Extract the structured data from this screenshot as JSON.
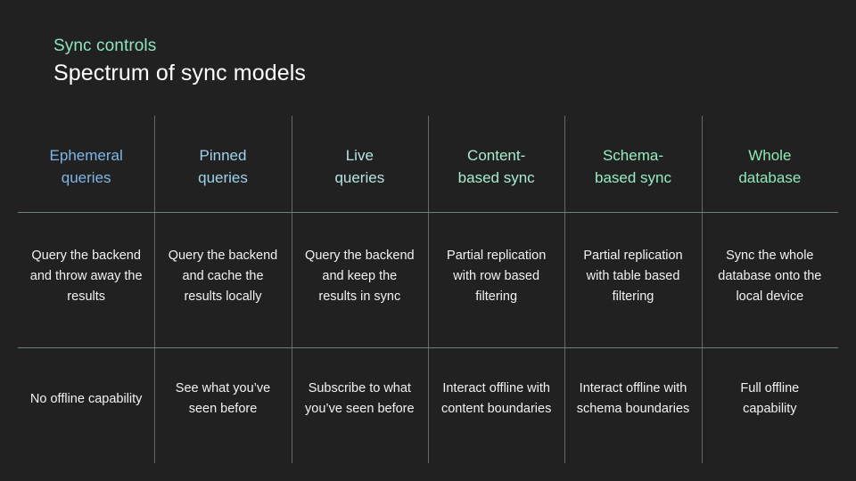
{
  "header": {
    "eyebrow": "Sync controls",
    "title": "Spectrum of sync models"
  },
  "colors": {
    "background": "#212121",
    "eyebrow": "#8fe3c0",
    "title": "#ffffff",
    "body_text": "#f2f2f2",
    "rule": "#7f918c",
    "column_1": "#7fb6e8",
    "column_2": "#9ed2ec",
    "column_3": "#b6e4e0",
    "column_4": "#a9ecd0",
    "column_5": "#97ecc4",
    "column_6": "#8fe8b8"
  },
  "matrix": {
    "columns": [
      {
        "header": "Ephemeral\nqueries",
        "header_line1": "Ephemeral",
        "header_line2": "queries",
        "color": "#7fb6e8",
        "row1": "Query the backend and throw away the results",
        "row2": "No offline capability"
      },
      {
        "header": "Pinned\nqueries",
        "header_line1": "Pinned",
        "header_line2": "queries",
        "color": "#9ed2ec",
        "row1": "Query the backend and cache the results locally",
        "row2": "See what you’ve seen before"
      },
      {
        "header": "Live\nqueries",
        "header_line1": "Live",
        "header_line2": "queries",
        "color": "#b6e4e0",
        "row1": "Query the backend and keep the results in sync",
        "row2": "Subscribe to what you’ve seen before"
      },
      {
        "header": "Content-\nbased sync",
        "header_line1": "Content-",
        "header_line2": "based sync",
        "color": "#a9ecd0",
        "row1": "Partial replication with row based filtering",
        "row2": "Interact offline with content boundaries"
      },
      {
        "header": "Schema-\nbased sync",
        "header_line1": "Schema-",
        "header_line2": "based sync",
        "color": "#97ecc4",
        "row1": "Partial replication with table based filtering",
        "row2": "Interact offline with schema boundaries"
      },
      {
        "header": "Whole\ndatabase",
        "header_line1": "Whole",
        "header_line2": "database",
        "color": "#8fe8b8",
        "row1": "Sync the whole database onto the local device",
        "row2": "Full offline capability"
      }
    ]
  }
}
